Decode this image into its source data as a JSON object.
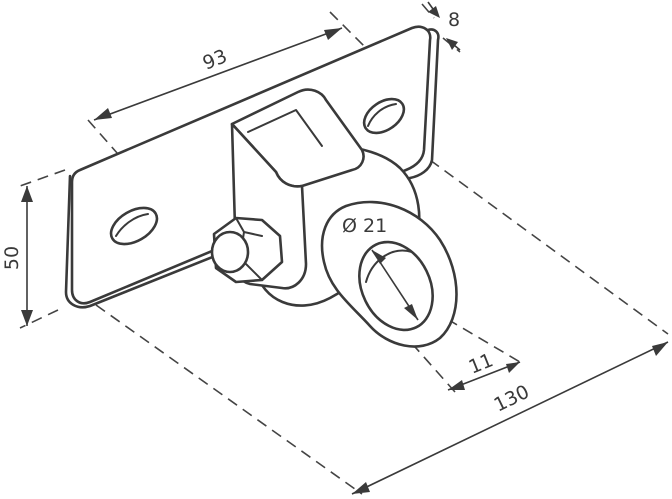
{
  "dimensions": {
    "plate_length": "93",
    "plate_thickness": "8",
    "height": "50",
    "eye_diameter": "Ø 21",
    "eye_thickness": "11",
    "overall_depth": "130"
  },
  "colors": {
    "line": "#3a3a3a",
    "background": "#ffffff"
  }
}
